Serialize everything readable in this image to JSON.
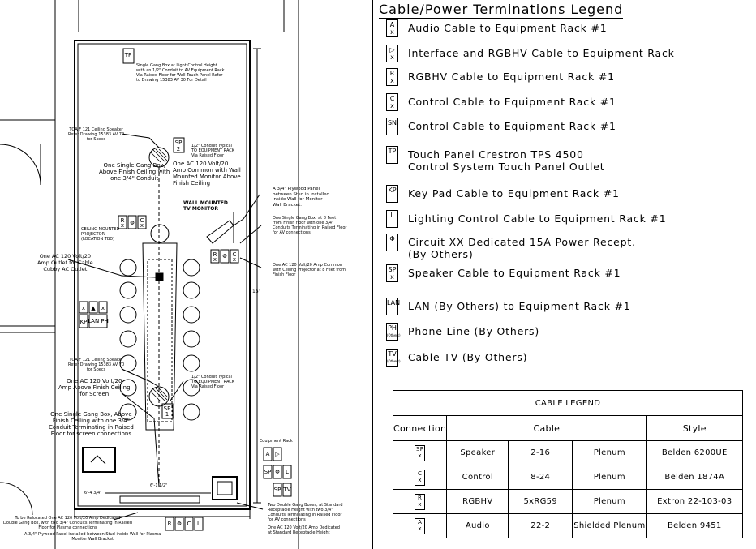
{
  "legend": {
    "title": "Cable/Power Terminations Legend",
    "items": [
      {
        "sym_top": "A",
        "sym_bot": "x",
        "text": "Audio Cable to Equipment Rack #1"
      },
      {
        "sym_top": "▷",
        "sym_bot": "x",
        "text": "Interface and RGBHV Cable to Equipment Rack"
      },
      {
        "sym_top": "R",
        "sym_bot": "x",
        "text": "RGBHV Cable to Equipment Rack #1"
      },
      {
        "sym_top": "C",
        "sym_bot": "x",
        "text": "Control Cable to Equipment Rack #1"
      },
      {
        "sym_top": "SN",
        "sym_bot": "",
        "text": "Control Cable to Equipment Rack #1"
      },
      {
        "sym_top": "TP",
        "sym_bot": "",
        "text": "Touch Panel Crestron TPS 4500\nControl System Touch Panel Outlet"
      },
      {
        "sym_top": "KP",
        "sym_bot": "",
        "text": "Key Pad Cable to Equipment Rack #1"
      },
      {
        "sym_top": "L",
        "sym_bot": "",
        "text": "Lighting Control Cable to Equipment Rack #1"
      },
      {
        "sym_top": "Φ",
        "sym_bot": "",
        "text": "Circuit XX Dedicated 15A Power Recept.\n(By Others)"
      },
      {
        "sym_top": "SP",
        "sym_bot": "x",
        "text": "Speaker Cable to Equipment Rack #1"
      },
      {
        "sym_top": "LAN",
        "sym_bot": "",
        "text": "LAN (By Others) to Equipment Rack #1"
      },
      {
        "sym_top": "PH",
        "sym_bot": "(Others)",
        "text": "Phone Line (By Others)"
      },
      {
        "sym_top": "TV",
        "sym_bot": "(Others)",
        "text": "Cable TV (By Others)"
      }
    ]
  },
  "cable_legend": {
    "title": "CABLE LEGEND",
    "headers": {
      "connection": "Connection",
      "cable": "Cable",
      "style": "Style"
    },
    "rows": [
      {
        "sym_top": "SP",
        "sym_bot": "x",
        "name": "Speaker",
        "gauge": "2-16",
        "type": "Plenum",
        "style": "Belden 6200UE"
      },
      {
        "sym_top": "C",
        "sym_bot": "x",
        "name": "Control",
        "gauge": "8-24",
        "type": "Plenum",
        "style": "Belden 1874A"
      },
      {
        "sym_top": "R",
        "sym_bot": "x",
        "name": "RGBHV",
        "gauge": "5xRG59",
        "type": "Plenum",
        "style": "Extron 22-103-03"
      },
      {
        "sym_top": "A",
        "sym_bot": "x",
        "name": "Audio",
        "gauge": "22-2",
        "type": "Shielded Plenum",
        "style": "Belden 9451"
      }
    ]
  },
  "plan": {
    "tp_note": "Single Gang Box at Light Control Height\nwith an 1/2\" Conduit to AV Equipment Rack\nVia Raised Floor for Wall Touch Panel Refer\nto Drawing 15383 AV 30 For Detail",
    "speaker_note_top": "TOA F 121 Ceiling Speaker\nRefer Drawing 15383 AV 70\nfor Specs",
    "conduit_note_top": "1/2\" Conduit Typical\nTO EQUIPMENT RACK\nVia Raised Floor",
    "gang_box_ceiling": "One Single Gang Box,\nAbove Finish Ceiling with\none 3/4\" Conduit",
    "ac_ceiling": "One AC 120 Volt/20\nAmp Common with Wall\nMounted Monitor Above\nFinish Ceiling",
    "wall_monitor": "WALL MOUNTED\nTV MONITOR",
    "plywood_note": "A 3/4\" Plywood Panel\nbetween Stud in installed\ninside Wall for Monitor\nWall Bracket.",
    "gang_box_8ft": "One Single Gang Box, at 8 Feet\nfrom Finish floor with one 3/4\"\nConduits Terminating in Raised Floor\nfor AV connections",
    "ac_projector": "One AC 120 Volt/20 Amp Common\nwith Ceiling Projector at 8 Feet from\nFinish Floor",
    "projector": "CEILING MOUNTED\nPROJECTOR\n(LOCATION TBD)",
    "ac_cubby": "One AC 120 Volt/20\nAmp Outlet for Cable\nCubby AC Outlet",
    "speaker_note_bottom": "TOA F 121 Ceiling Speaker\nRefer Drawing 15383 AV 70\nfor Specs",
    "conduit_note_bottom": "1/2\" Conduit Typical\nTO EQUIPMENT RACK\nVia Raised Floor",
    "ac_screen": "One AC 120 Volt/20\nAmp Above Finish Ceiling\nfor Screen",
    "gang_box_screen": "One Single Gang Box, Above\nFinish Ceiling with one 3/4\"\nConduit Terminating in Raised\nFloor for screen connections",
    "equipment_rack": "Equipment Rack",
    "double_gang": "Two Double Gang Boxes, at Standard\nReceptacle Height with two 3/4\"\nConduits Terminating in Raised Floor\nfor AV connections",
    "ac_dedicated": "One AC 120 Volt/20 Amp Dedicated\nat Standard Receptacle Height",
    "relocated_note": "To be Relocated One AC 120 Volt/20 Amp Dedicated\nDouble Gang Box, with two 3/4\" Conduits Terminating in Raised\nFloor for Plasma connections",
    "plasma_plywood": "A 3/4\" Plywood Panel installed between Stud inside Wall for Plasma\nMonitor Wall Bracket",
    "dim_width": "6'-1 1/2\"",
    "dim_vertical": "13'",
    "dim_small": "6'-4 3/4\""
  }
}
